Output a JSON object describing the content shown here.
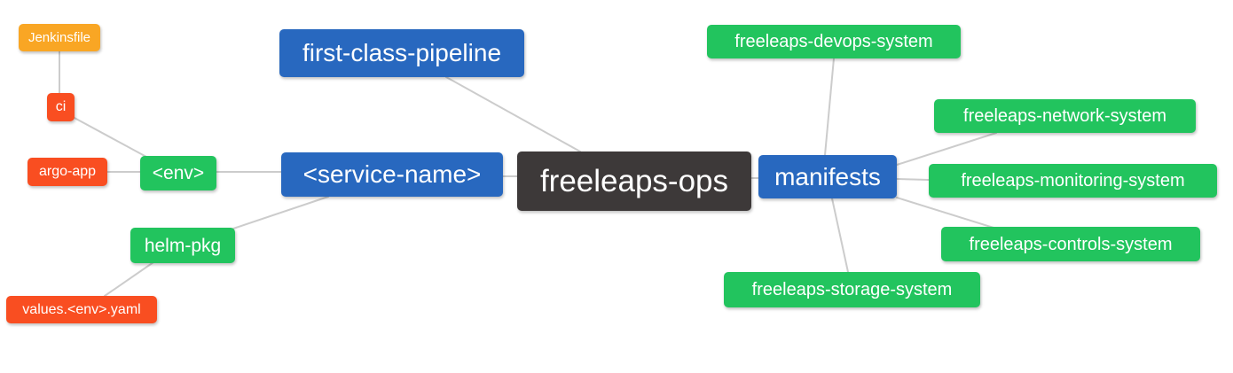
{
  "diagram": {
    "type": "mindmap",
    "root_label": "freeleaps-ops",
    "palette": {
      "root_bg": "#3d3939",
      "primary_branch_bg": "#2868bf",
      "secondary_branch_bg": "#22c45e",
      "leaf_bg": "#f94e21",
      "leaf_alt_bg": "#f9a624",
      "text": "#ffffff",
      "edge": "#cccccc",
      "background": "#ffffff"
    },
    "nodes": [
      {
        "id": "freeleaps-ops",
        "label": "freeleaps-ops",
        "level": "root"
      },
      {
        "id": "first-class-pipeline",
        "label": "first-class-pipeline",
        "level": "branch"
      },
      {
        "id": "service-name",
        "label": "<service-name>",
        "level": "branch"
      },
      {
        "id": "manifests",
        "label": "manifests",
        "level": "branch"
      },
      {
        "id": "env",
        "label": "<env>",
        "level": "sub-branch"
      },
      {
        "id": "helm-pkg",
        "label": "helm-pkg",
        "level": "sub-branch"
      },
      {
        "id": "jenkinsfile",
        "label": "Jenkinsfile",
        "level": "leaf"
      },
      {
        "id": "ci",
        "label": "ci",
        "level": "leaf"
      },
      {
        "id": "argo-app",
        "label": "argo-app",
        "level": "leaf"
      },
      {
        "id": "values-env-yaml",
        "label": "values.<env>.yaml",
        "level": "leaf"
      },
      {
        "id": "freeleaps-devops-system",
        "label": "freeleaps-devops-system",
        "level": "sub-branch"
      },
      {
        "id": "freeleaps-network-system",
        "label": "freeleaps-network-system",
        "level": "sub-branch"
      },
      {
        "id": "freeleaps-monitoring-system",
        "label": "freeleaps-monitoring-system",
        "level": "sub-branch"
      },
      {
        "id": "freeleaps-controls-system",
        "label": "freeleaps-controls-system",
        "level": "sub-branch"
      },
      {
        "id": "freeleaps-storage-system",
        "label": "freeleaps-storage-system",
        "level": "sub-branch"
      }
    ],
    "edges": [
      [
        "jenkinsfile",
        "ci"
      ],
      [
        "ci",
        "env"
      ],
      [
        "argo-app",
        "env"
      ],
      [
        "env",
        "service-name"
      ],
      [
        "service-name",
        "helm-pkg"
      ],
      [
        "helm-pkg",
        "values-env-yaml"
      ],
      [
        "first-class-pipeline",
        "freeleaps-ops"
      ],
      [
        "service-name",
        "freeleaps-ops"
      ],
      [
        "freeleaps-ops",
        "manifests"
      ],
      [
        "manifests",
        "freeleaps-devops-system"
      ],
      [
        "manifests",
        "freeleaps-network-system"
      ],
      [
        "manifests",
        "freeleaps-monitoring-system"
      ],
      [
        "manifests",
        "freeleaps-controls-system"
      ],
      [
        "manifests",
        "freeleaps-storage-system"
      ]
    ]
  }
}
